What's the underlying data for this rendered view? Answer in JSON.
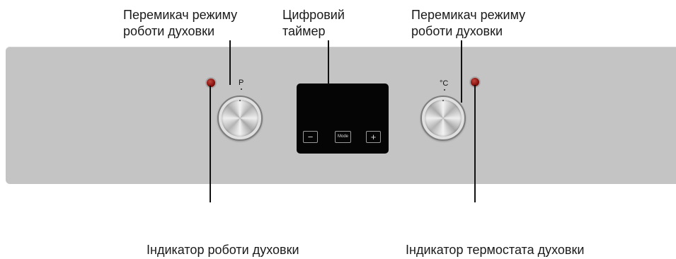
{
  "callouts": {
    "mode_switch_left": "Перемикач режиму\nроботи духовки",
    "digital_timer": "Цифровий\nтаймер",
    "mode_switch_right": "Перемикач режиму\nроботи духовки",
    "oven_indicator": "Індикатор роботи духовки",
    "thermostat_indicator": "Індикатор термостата духовки"
  },
  "panel": {
    "left_knob_symbol": "P",
    "right_knob_symbol": "°C",
    "timer_buttons": {
      "minus": "−",
      "mode": "Mode",
      "plus": "+"
    }
  },
  "colors": {
    "panel": "#c4c4c4",
    "indicator_lamp": "#8a1410",
    "timer_display": "#050505",
    "leader_lines": "#111111"
  }
}
